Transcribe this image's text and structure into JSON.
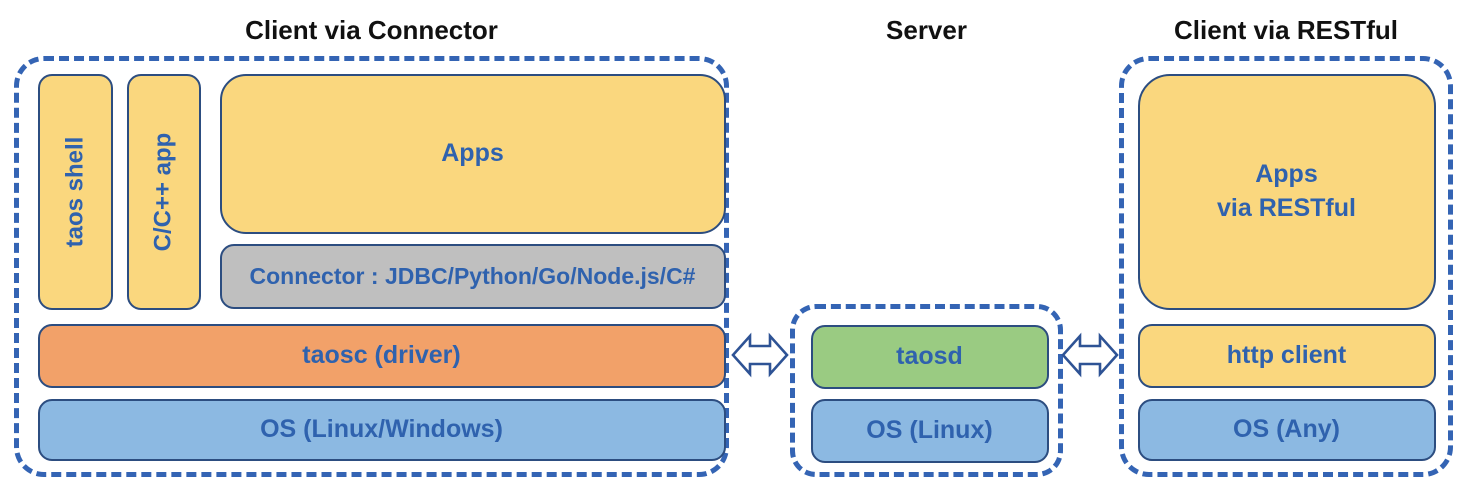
{
  "sections": [
    {
      "title": "Client via Connector",
      "boxes": [
        {
          "label": "taos shell"
        },
        {
          "label": "C/C++ app"
        },
        {
          "label": "Apps"
        },
        {
          "label": "Connector : JDBC/Python/Go/Node.js/C#"
        },
        {
          "label": "taosc (driver)"
        },
        {
          "label": "OS (Linux/Windows)"
        }
      ]
    },
    {
      "title": "Server",
      "boxes": [
        {
          "label": "taosd"
        },
        {
          "label": "OS (Linux)"
        }
      ]
    },
    {
      "title": "Client via RESTful",
      "boxes": [
        {
          "label": "Apps\nvia RESTful"
        },
        {
          "label": "http client"
        },
        {
          "label": "OS (Any)"
        }
      ]
    }
  ],
  "arrows": [
    {
      "name": "client-connector-to-server",
      "type": "double-headed"
    },
    {
      "name": "server-to-client-restful",
      "type": "double-headed"
    }
  ],
  "colors": {
    "app_yellow": "#FAD77E",
    "connector_gray": "#BFBFBF",
    "driver_orange": "#F2A169",
    "os_blue": "#8CB9E2",
    "server_green": "#9ACB82",
    "box_border": "#2C4D80",
    "dashed_border": "#3464B4",
    "label_blue": "#2F62AE",
    "title_black": "#111111",
    "arrow_outline": "#2E5395",
    "arrow_fill": "#FFFFFF"
  }
}
